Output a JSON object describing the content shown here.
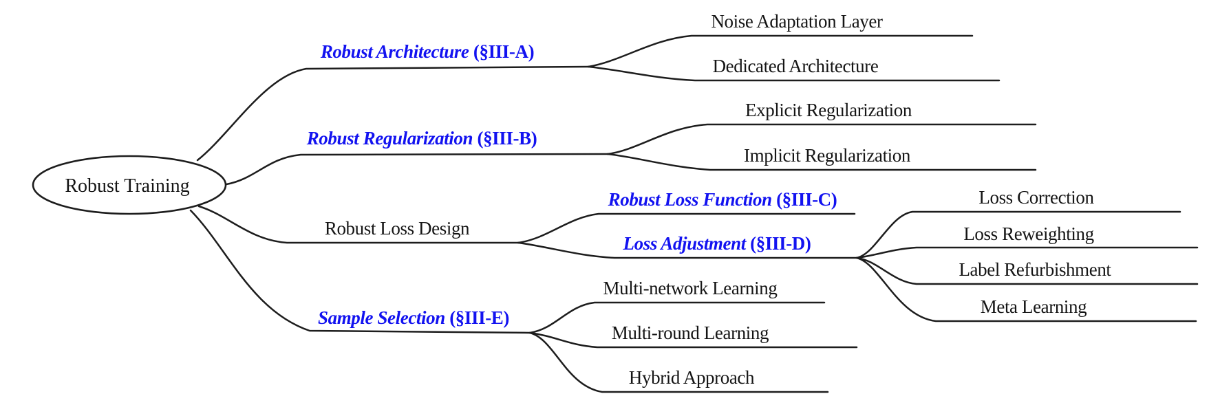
{
  "diagram": {
    "title_hint": "Robust Training taxonomy tree",
    "root": {
      "label": "Robust Training"
    },
    "branches": [
      {
        "label": "Robust Architecture",
        "section": "(§III-A)",
        "style": "blue",
        "children": [
          {
            "label": "Noise Adaptation Layer"
          },
          {
            "label": "Dedicated Architecture"
          }
        ]
      },
      {
        "label": "Robust Regularization",
        "section": "(§III-B)",
        "style": "blue",
        "children": [
          {
            "label": "Explicit Regularization"
          },
          {
            "label": "Implicit Regularization"
          }
        ]
      },
      {
        "label": "Robust Loss Design",
        "section": "",
        "style": "plain",
        "children": [
          {
            "label": "Robust Loss Function",
            "section": "(§III-C)",
            "style": "blue"
          },
          {
            "label": "Loss Adjustment",
            "section": "(§III-D)",
            "style": "blue",
            "children": [
              {
                "label": "Loss Correction"
              },
              {
                "label": "Loss Reweighting"
              },
              {
                "label": "Label Refurbishment"
              },
              {
                "label": "Meta Learning"
              }
            ]
          }
        ]
      },
      {
        "label": "Sample Selection",
        "section": "(§III-E)",
        "style": "blue",
        "children": [
          {
            "label": "Multi-network Learning"
          },
          {
            "label": "Multi-round Learning"
          },
          {
            "label": "Hybrid Approach"
          }
        ]
      }
    ]
  },
  "colors": {
    "section_heading_text": "#1212f0",
    "text": "#151515",
    "line": "#1d1d1d",
    "background": "#ffffff"
  }
}
